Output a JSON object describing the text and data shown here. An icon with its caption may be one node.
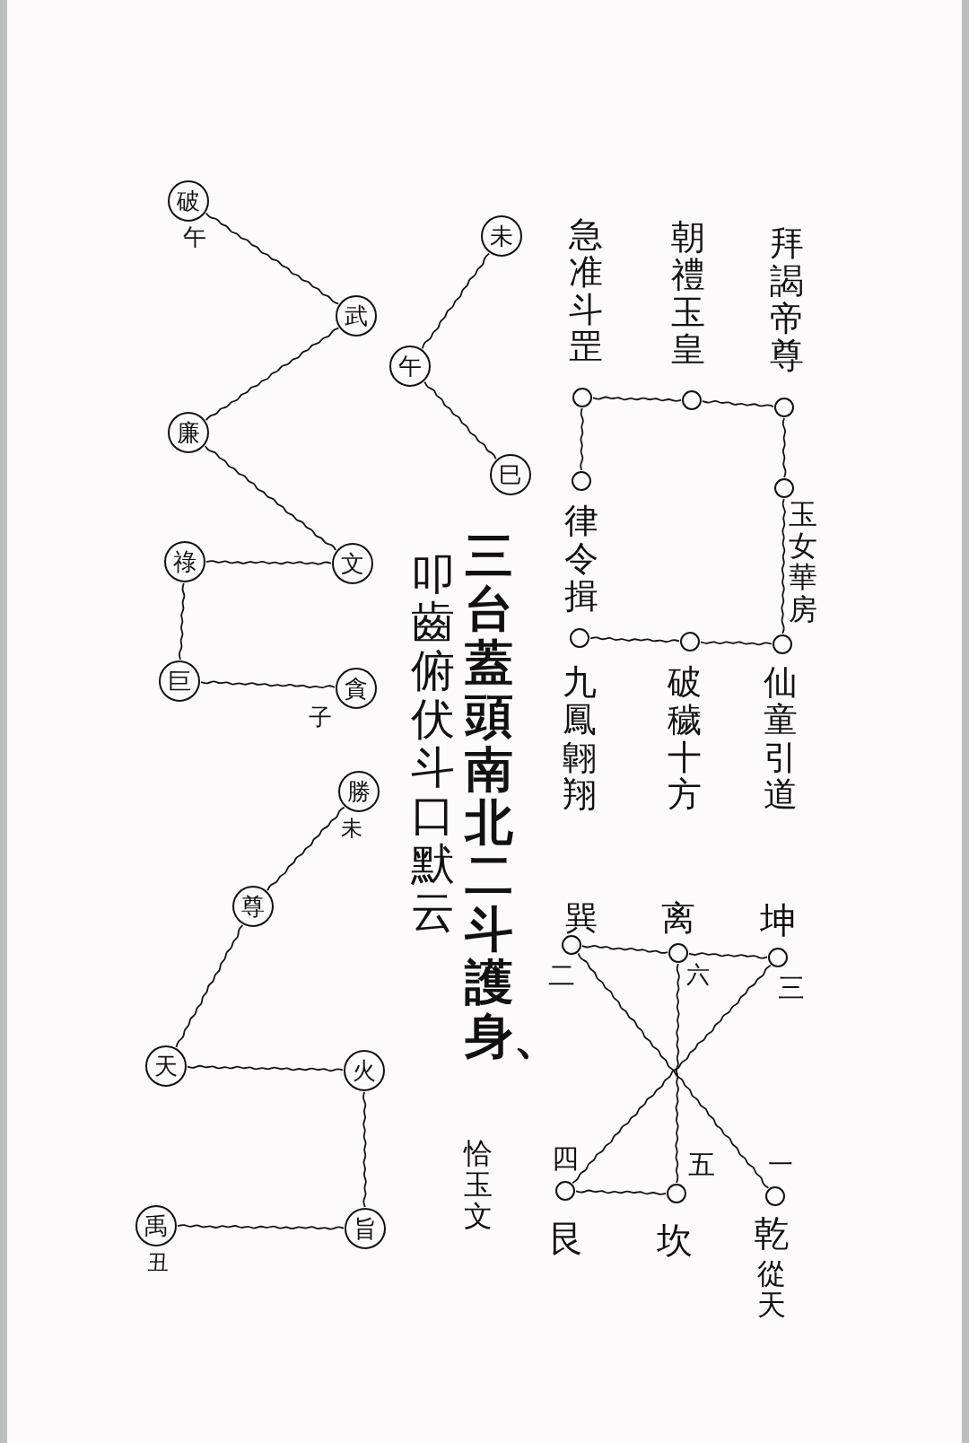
{
  "diagram": {
    "nodes": [
      {
        "text": [],
        "shape": "circle",
        "beside": [
          "拜謁帝尊"
        ]
      },
      {
        "text": [],
        "shape": "circle",
        "beside": [
          "朝禮玉皇"
        ]
      },
      {
        "text": [],
        "shape": "circle",
        "beside": [
          "急准斗罡"
        ]
      },
      {
        "text": [],
        "shape": "circle",
        "beside": [
          "玉女華房"
        ]
      },
      {
        "text": [],
        "shape": "circle",
        "beside": [
          "律令揖"
        ]
      },
      {
        "text": [],
        "shape": "circle",
        "beside": [
          "仙童引道"
        ]
      },
      {
        "text": [],
        "shape": "circle",
        "beside": [
          "破穢十方"
        ]
      },
      {
        "text": [],
        "shape": "circle",
        "beside": [
          "九鳳翺翔"
        ]
      },
      {
        "text": [
          "未"
        ]
      },
      {
        "text": [
          "午"
        ]
      },
      {
        "text": [
          "巳"
        ]
      },
      {
        "text": [
          "破"
        ],
        "beside": [
          "午"
        ]
      },
      {
        "text": [
          "武"
        ]
      },
      {
        "text": [
          "廉"
        ]
      },
      {
        "text": [
          "文"
        ]
      },
      {
        "text": [
          "祿"
        ]
      },
      {
        "text": [
          "巨"
        ]
      },
      {
        "text": [
          "貪"
        ],
        "beside": [
          "子"
        ]
      },
      {
        "text": [
          "勝"
        ],
        "beside": [
          "未"
        ]
      },
      {
        "text": [
          "尊"
        ]
      },
      {
        "text": [
          "天"
        ]
      },
      {
        "text": [
          "火"
        ]
      },
      {
        "text": [
          "旨"
        ]
      },
      {
        "text": [
          "禹"
        ],
        "beside": [
          "丑"
        ]
      },
      {
        "text": [],
        "shape": "circle",
        "beside": [
          "坤",
          "三"
        ]
      },
      {
        "text": [],
        "shape": "circle",
        "beside": [
          "离",
          "六"
        ]
      },
      {
        "text": [],
        "shape": "circle",
        "beside": [
          "巽",
          "二"
        ]
      },
      {
        "text": [],
        "shape": "circle",
        "beside": [
          "一",
          "乾",
          "從天"
        ]
      },
      {
        "text": [],
        "shape": "circle",
        "beside": [
          "五",
          "坎"
        ]
      },
      {
        "text": [],
        "shape": "circle",
        "beside": [
          "四",
          "艮"
        ]
      }
    ],
    "edges": [
      {
        "from": 2,
        "to": 1,
        "arrow": "none"
      },
      {
        "from": 1,
        "to": 0,
        "arrow": "none"
      },
      {
        "from": 0,
        "to": 3,
        "arrow": "none"
      },
      {
        "from": 3,
        "to": 5,
        "arrow": "none"
      },
      {
        "from": 5,
        "to": 6,
        "arrow": "none"
      },
      {
        "from": 6,
        "to": 7,
        "arrow": "none"
      },
      {
        "from": 2,
        "to": 4,
        "arrow": "none"
      },
      {
        "from": 8,
        "to": 9,
        "arrow": "none"
      },
      {
        "from": 9,
        "to": 10,
        "arrow": "none"
      },
      {
        "from": 11,
        "to": 12,
        "arrow": "none"
      },
      {
        "from": 12,
        "to": 13,
        "arrow": "none"
      },
      {
        "from": 13,
        "to": 14,
        "arrow": "none"
      },
      {
        "from": 14,
        "to": 15,
        "arrow": "none"
      },
      {
        "from": 15,
        "to": 16,
        "arrow": "none"
      },
      {
        "from": 16,
        "to": 17,
        "arrow": "none"
      },
      {
        "from": 18,
        "to": 19,
        "arrow": "none"
      },
      {
        "from": 19,
        "to": 20,
        "arrow": "none"
      },
      {
        "from": 20,
        "to": 21,
        "arrow": "none"
      },
      {
        "from": 21,
        "to": 22,
        "arrow": "none"
      },
      {
        "from": 22,
        "to": 23,
        "arrow": "none"
      },
      {
        "from": 26,
        "to": 25,
        "arrow": "none"
      },
      {
        "from": 25,
        "to": 24,
        "arrow": "none"
      },
      {
        "from": 26,
        "to": 27,
        "arrow": "none"
      },
      {
        "from": 24,
        "to": 29,
        "arrow": "none"
      },
      {
        "from": 25,
        "to": 28,
        "arrow": "none"
      },
      {
        "from": 29,
        "to": 28,
        "arrow": "none"
      }
    ],
    "labels": [
      "三台蓋頭南北二斗護身、",
      "恰玉文",
      "叩齒俯伏斗口默云"
    ]
  }
}
